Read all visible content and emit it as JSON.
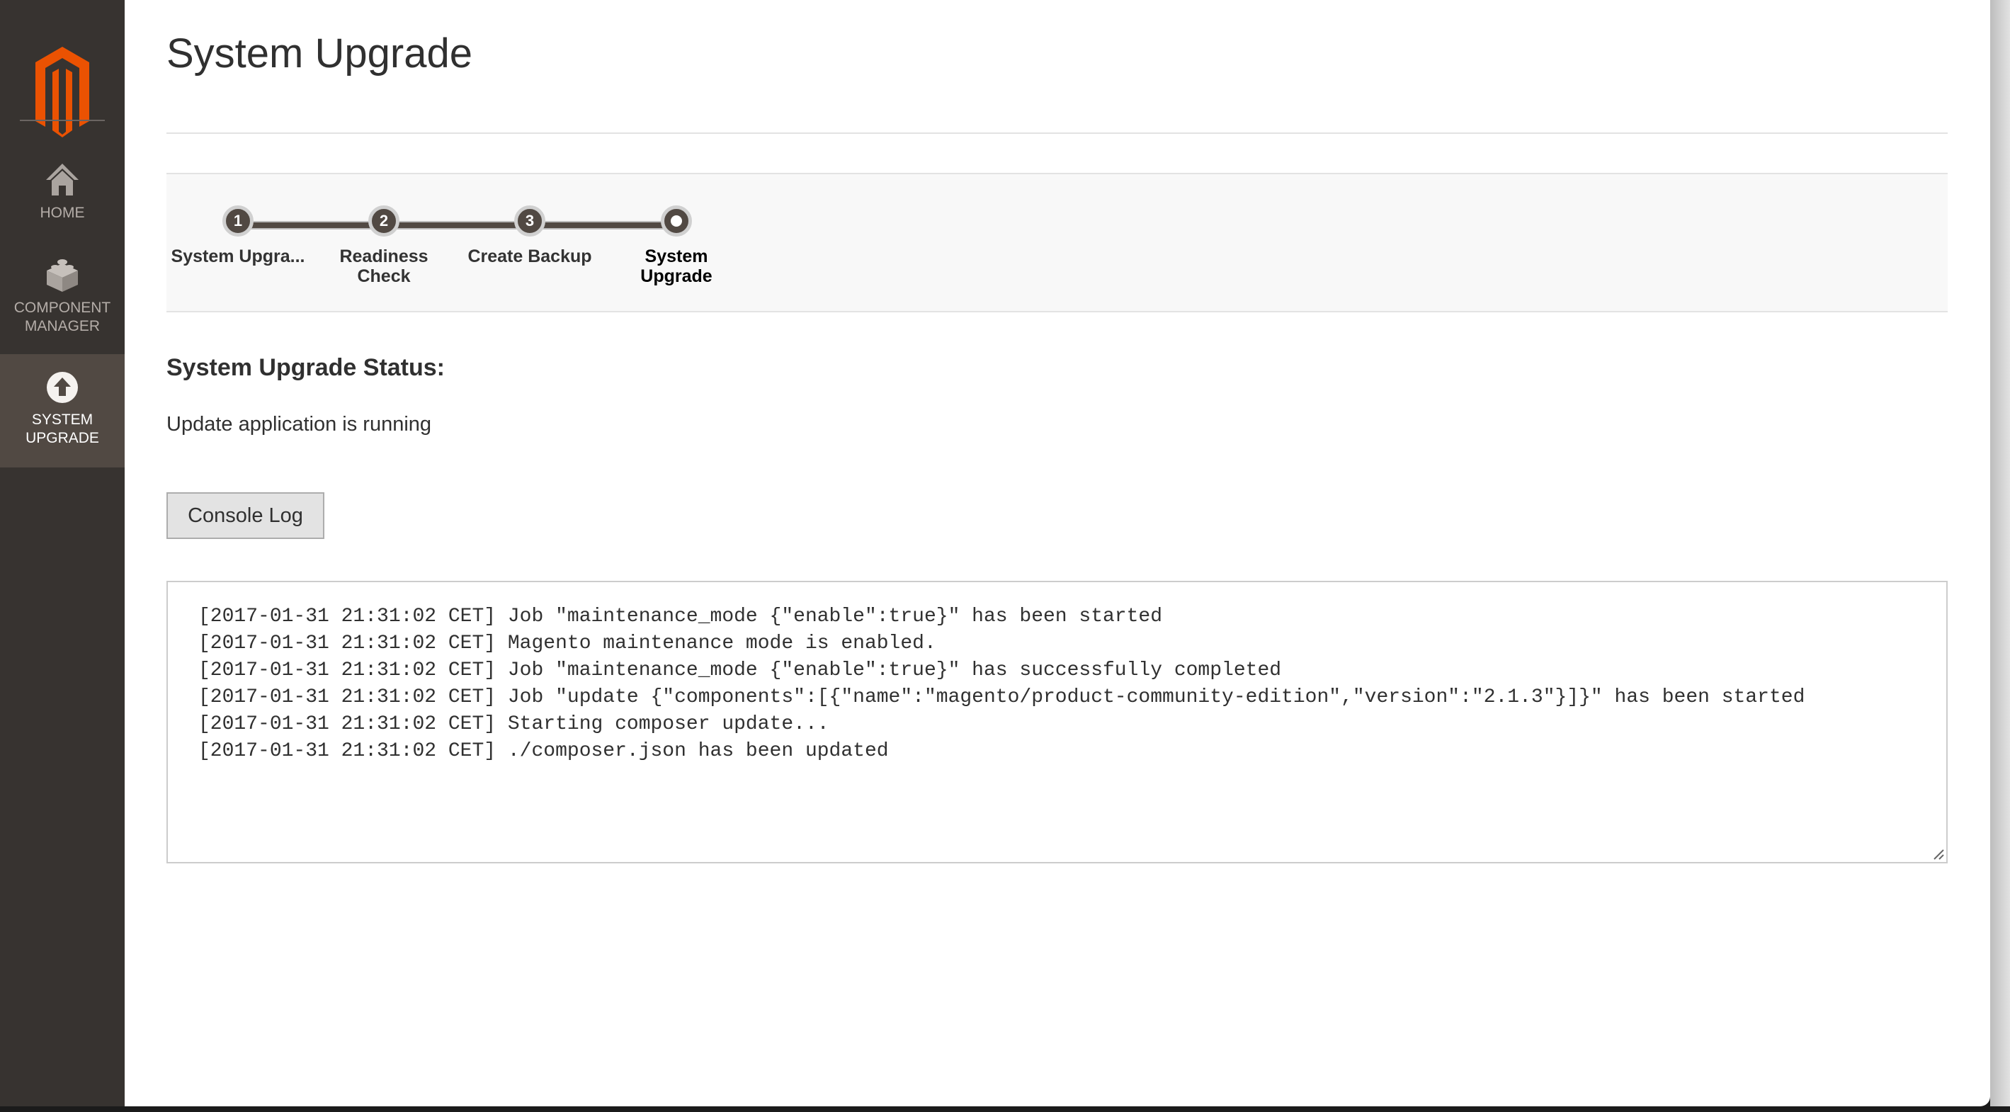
{
  "sidebar": {
    "items": [
      {
        "label": "HOME",
        "icon": "home-icon"
      },
      {
        "label": "COMPONENT MANAGER",
        "line1": "COMPONENT",
        "line2": "MANAGER",
        "icon": "cube-icon"
      },
      {
        "label": "SYSTEM UPGRADE",
        "line1": "SYSTEM",
        "line2": "UPGRADE",
        "icon": "upload-arrow-icon",
        "active": true
      }
    ]
  },
  "colors": {
    "brand": "#eb5202",
    "sidebar": "#373330",
    "active": "#514943"
  },
  "header": {
    "title": "System Upgrade"
  },
  "steps": [
    {
      "num": "1",
      "label": "System Upgra..."
    },
    {
      "num": "2",
      "label": "Readiness Check",
      "line1": "Readiness",
      "line2": "Check"
    },
    {
      "num": "3",
      "label": "Create Backup"
    },
    {
      "num": "",
      "label": "System Upgrade",
      "line1": "System",
      "line2": "Upgrade",
      "current": true
    }
  ],
  "status": {
    "heading": "System Upgrade Status:",
    "text": "Update application is running"
  },
  "console": {
    "button": "Console Log",
    "lines": [
      "[2017-01-31 21:31:02 CET] Job \"maintenance_mode {\"enable\":true}\" has been started",
      "[2017-01-31 21:31:02 CET] Magento maintenance mode is enabled.",
      "[2017-01-31 21:31:02 CET] Job \"maintenance_mode {\"enable\":true}\" has successfully completed",
      "[2017-01-31 21:31:02 CET] Job \"update {\"components\":[{\"name\":\"magento/product-community-edition\",\"version\":\"2.1.3\"}]}\" has been started",
      "[2017-01-31 21:31:02 CET] Starting composer update...",
      "[2017-01-31 21:31:02 CET] ./composer.json has been updated"
    ]
  }
}
